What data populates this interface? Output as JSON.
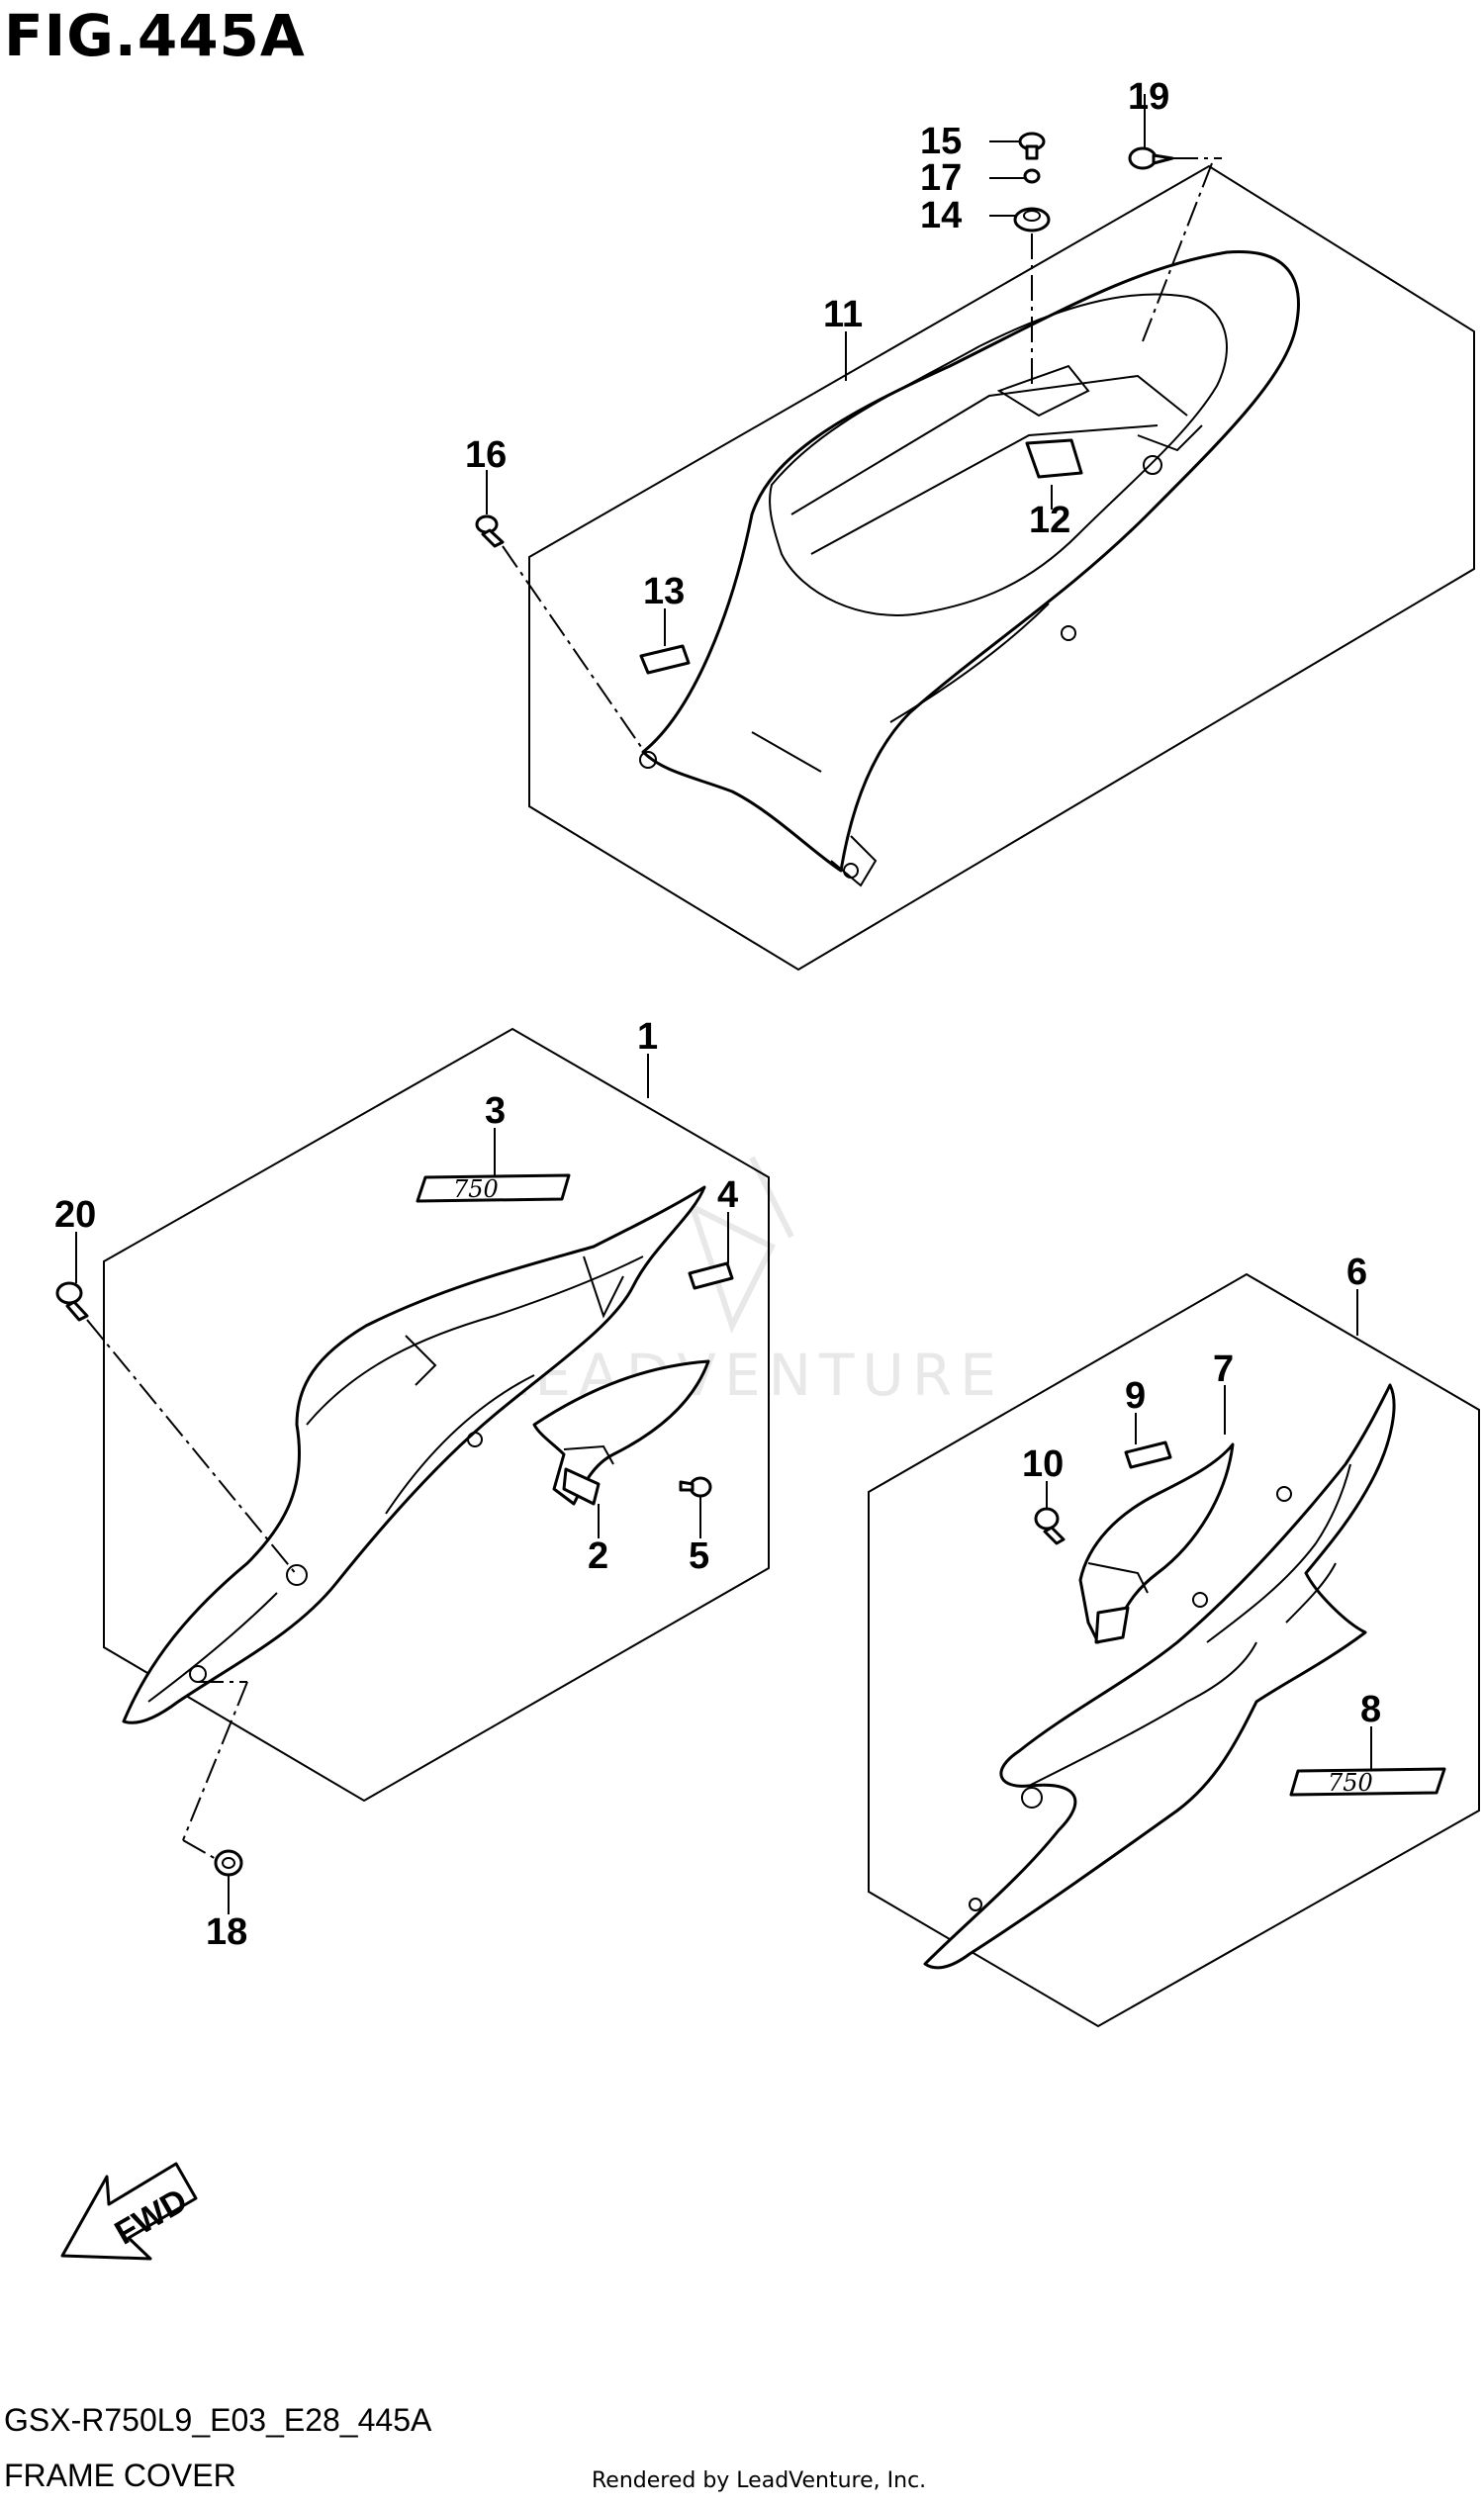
{
  "figure": {
    "title": "FIG.445A",
    "model_code": "GSX-R750L9_E03_E28_445A",
    "name": "FRAME COVER",
    "credit": "Rendered by LeadVenture, Inc.",
    "watermark": "LEADVENTURE",
    "direction_label": "FWD"
  },
  "callouts": {
    "c1": "1",
    "c2": "2",
    "c3": "3",
    "c4": "4",
    "c5": "5",
    "c6": "6",
    "c7": "7",
    "c8": "8",
    "c9": "9",
    "c10": "10",
    "c11": "11",
    "c12": "12",
    "c13": "13",
    "c14": "14",
    "c15": "15",
    "c16": "16",
    "c17": "17",
    "c18": "18",
    "c19": "19",
    "c20": "20"
  },
  "colors": {
    "ink": "#000000",
    "paper": "#ffffff",
    "watermark": "#e8e8e8"
  }
}
